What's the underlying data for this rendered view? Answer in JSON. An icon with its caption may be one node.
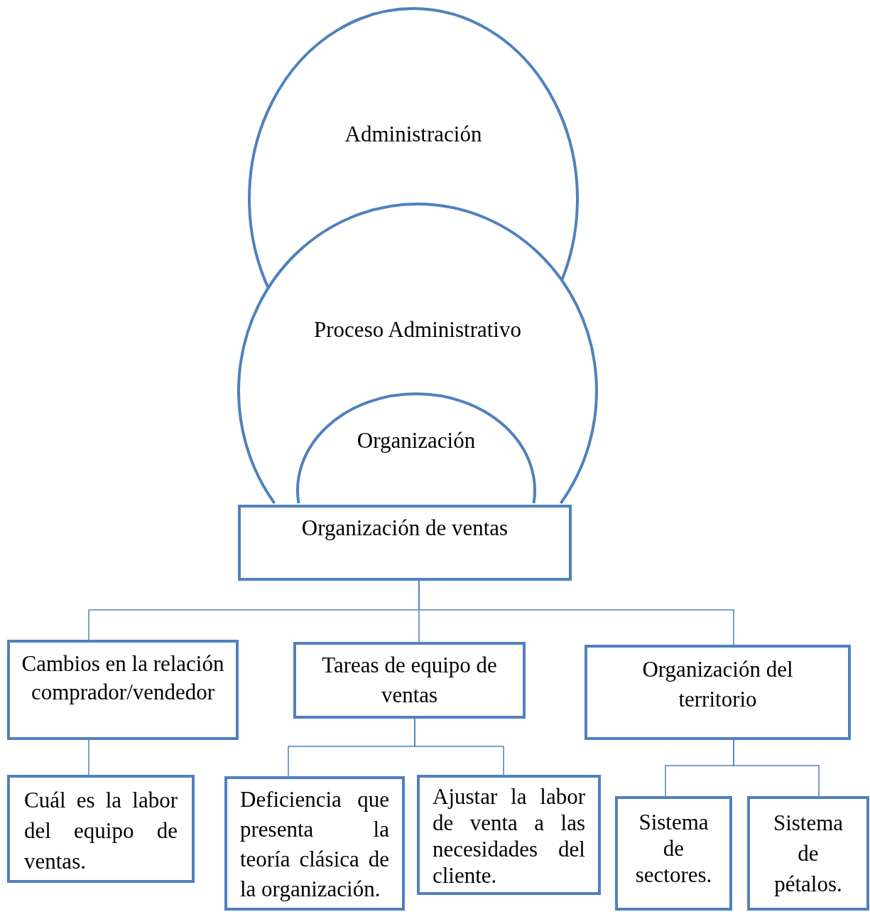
{
  "diagram": {
    "nodes": [
      {
        "text": [
          "Administración"
        ]
      },
      {
        "text": [
          "Proceso Administrativo"
        ]
      },
      {
        "text": [
          "Organización"
        ],
        "in": 1
      },
      {
        "text": [
          "Organización de ventas"
        ]
      },
      {
        "text": [
          "Cambios en la relación comprador/vendedor"
        ]
      },
      {
        "text": [
          "Tareas de equipo de ventas"
        ]
      },
      {
        "text": [
          "Organización del territorio"
        ]
      },
      {
        "text": [
          "Cuál es la labor del equipo de ventas."
        ]
      },
      {
        "text": [
          "Deficiencia que presenta la teoría clásica de la organización."
        ]
      },
      {
        "text": [
          "Ajustar la labor de venta a las necesidades del cliente."
        ]
      },
      {
        "text": [
          "Sistema de sectores."
        ]
      },
      {
        "text": [
          "Sistema de pétalos."
        ]
      }
    ],
    "edges": [
      {
        "from": 3,
        "to": 4,
        "arrow": "none"
      },
      {
        "from": 3,
        "to": 5,
        "arrow": "none"
      },
      {
        "from": 3,
        "to": 6,
        "arrow": "none"
      },
      {
        "from": 4,
        "to": 7,
        "arrow": "none"
      },
      {
        "from": 5,
        "to": 8,
        "arrow": "none"
      },
      {
        "from": 5,
        "to": 9,
        "arrow": "none"
      },
      {
        "from": 6,
        "to": 10,
        "arrow": "none"
      },
      {
        "from": 6,
        "to": 11,
        "arrow": "none"
      }
    ]
  }
}
